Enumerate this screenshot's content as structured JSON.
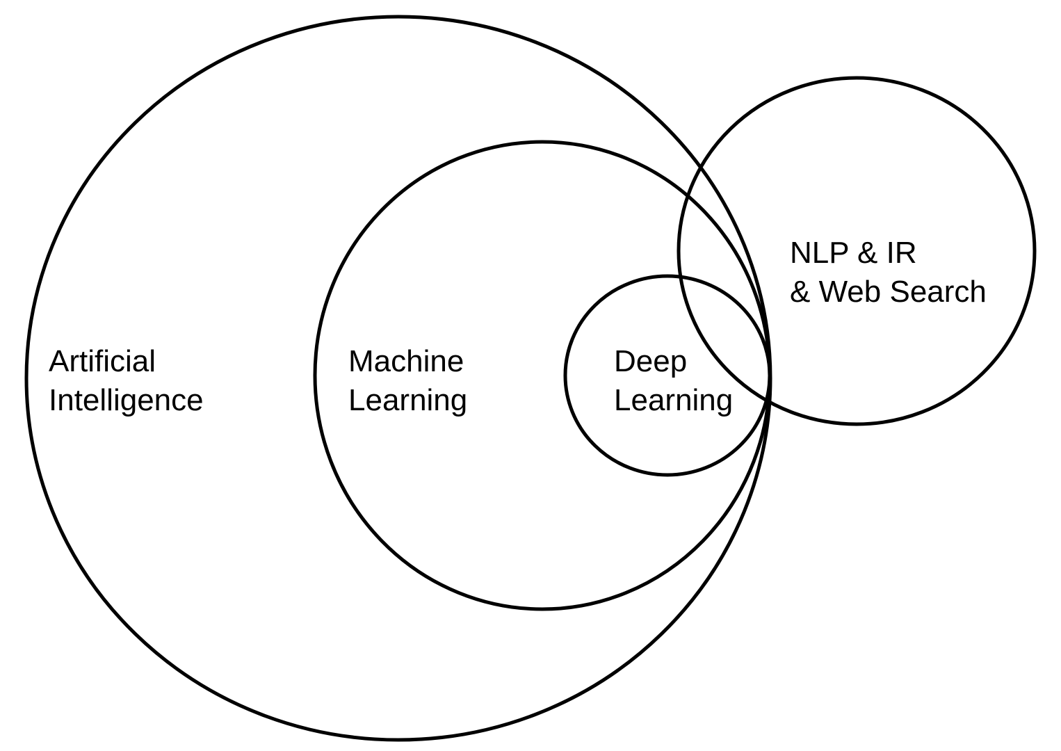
{
  "diagram": {
    "stroke_color": "#000000",
    "text_color": "#000000",
    "background_color": "#ffffff",
    "circles": {
      "ai": {
        "label_line1": "Artificial",
        "label_line2": "Intelligence"
      },
      "ml": {
        "label_line1": "Machine",
        "label_line2": "Learning"
      },
      "dl": {
        "label_line1": "Deep",
        "label_line2": "Learning"
      },
      "nlp": {
        "label_line1": "NLP & IR",
        "label_line2": "& Web Search"
      }
    }
  }
}
